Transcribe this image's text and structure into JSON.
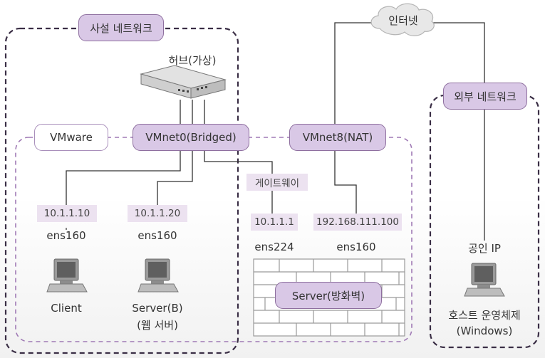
{
  "zones": {
    "private_network": "사설 네트워크",
    "vmware": "VMware",
    "external_network": "외부 네트워크"
  },
  "nodes": {
    "internet": "인터넷",
    "hub": "허브(가상)",
    "vmnet0": "VMnet0(Bridged)",
    "vmnet8": "VMnet8(NAT)",
    "gateway": "게이트웨이"
  },
  "client": {
    "ip": "10.1.1.10",
    "nic": "ens160",
    "name": "Client"
  },
  "server_b": {
    "ip": "10.1.1.20",
    "nic": "ens160",
    "name": "Server(B)",
    "role": "(웹 서버)"
  },
  "firewall": {
    "ip_internal": "10.1.1.1",
    "nic_internal": "ens224",
    "ip_external": "192.168.111.100",
    "nic_external": "ens160",
    "name": "Server(방화벽)"
  },
  "host": {
    "ip_label": "공인 IP",
    "name": "호스트 운영체제",
    "os": "(Windows)"
  },
  "colors": {
    "lavender_fill": "#d9c8e6",
    "lavender_border": "#8e6f9f",
    "tag_fill": "#ece2f0",
    "dashed_dark": "#3a2e45",
    "dashed_purple": "#a07ab5"
  }
}
